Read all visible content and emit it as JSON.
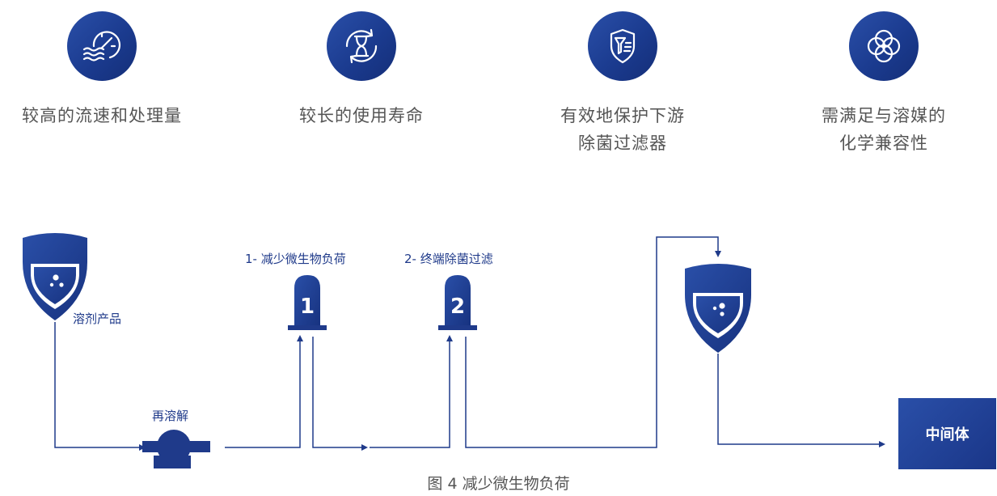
{
  "features": [
    {
      "icon": "gauge-icon",
      "lines": [
        "较高的流速和处理量"
      ]
    },
    {
      "icon": "hourglass-icon",
      "lines": [
        "较长的使用寿命"
      ]
    },
    {
      "icon": "filter-shield-icon",
      "lines": [
        "有效地保护下游",
        "除菌过滤器"
      ]
    },
    {
      "icon": "overlapping-circles-icon",
      "lines": [
        "需满足与溶媒的",
        "化学兼容性"
      ]
    }
  ],
  "process": {
    "source_label": "溶剂产品",
    "pump_label": "再溶解",
    "filter1_label": "1- 减少微生物负荷",
    "filter1_number": "1",
    "filter2_label": "2- 终端除菌过滤",
    "filter2_number": "2",
    "output_label": "中间体"
  },
  "caption": "图 4 减少微生物负荷",
  "colors": {
    "primary": "#1f3a8a",
    "line": "#1f3a8a",
    "text": "#555555"
  }
}
